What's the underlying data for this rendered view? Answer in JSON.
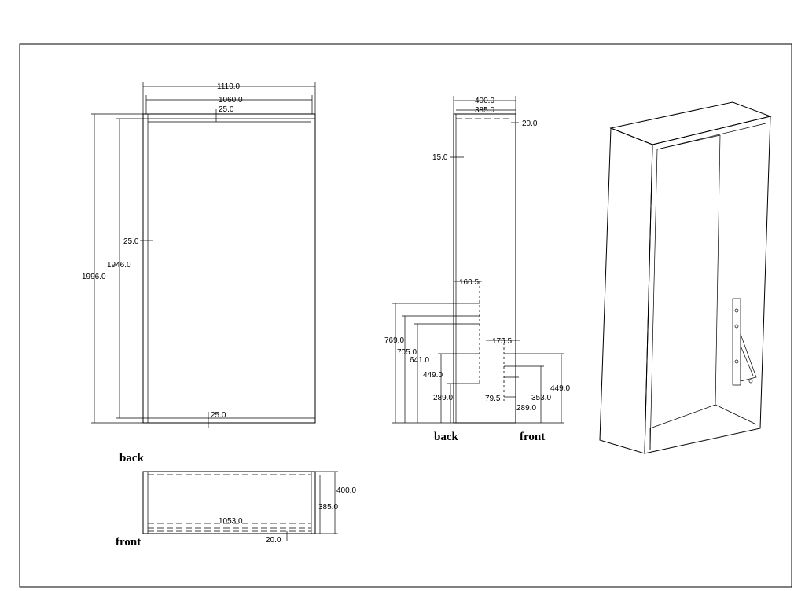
{
  "front_view": {
    "overall_width": "1110.0",
    "inner_width": "1060.0",
    "top_panel": "25.0",
    "overall_height": "1996.0",
    "inner_height": "1946.0",
    "side_panel": "25.0",
    "bottom_panel": "25.0"
  },
  "side_view": {
    "depth": "400.0",
    "inner_depth": "385.0",
    "top_offset": "20.0",
    "shelf_line": "15.0",
    "hole_a": "160.5",
    "hole_b": "175.5",
    "back_heights": [
      "769.0",
      "705.0",
      "641.0",
      "449.0",
      "289.0"
    ],
    "front_heights": [
      "449.0",
      "353.0",
      "289.0"
    ],
    "front_offset": "79.5",
    "back_label": "back",
    "front_label": "front"
  },
  "plan_view": {
    "back_label": "back",
    "front_label": "front",
    "depth": "400.0",
    "inner_depth": "385.0",
    "inner_width": "1053.0",
    "front_offset": "20.0"
  }
}
